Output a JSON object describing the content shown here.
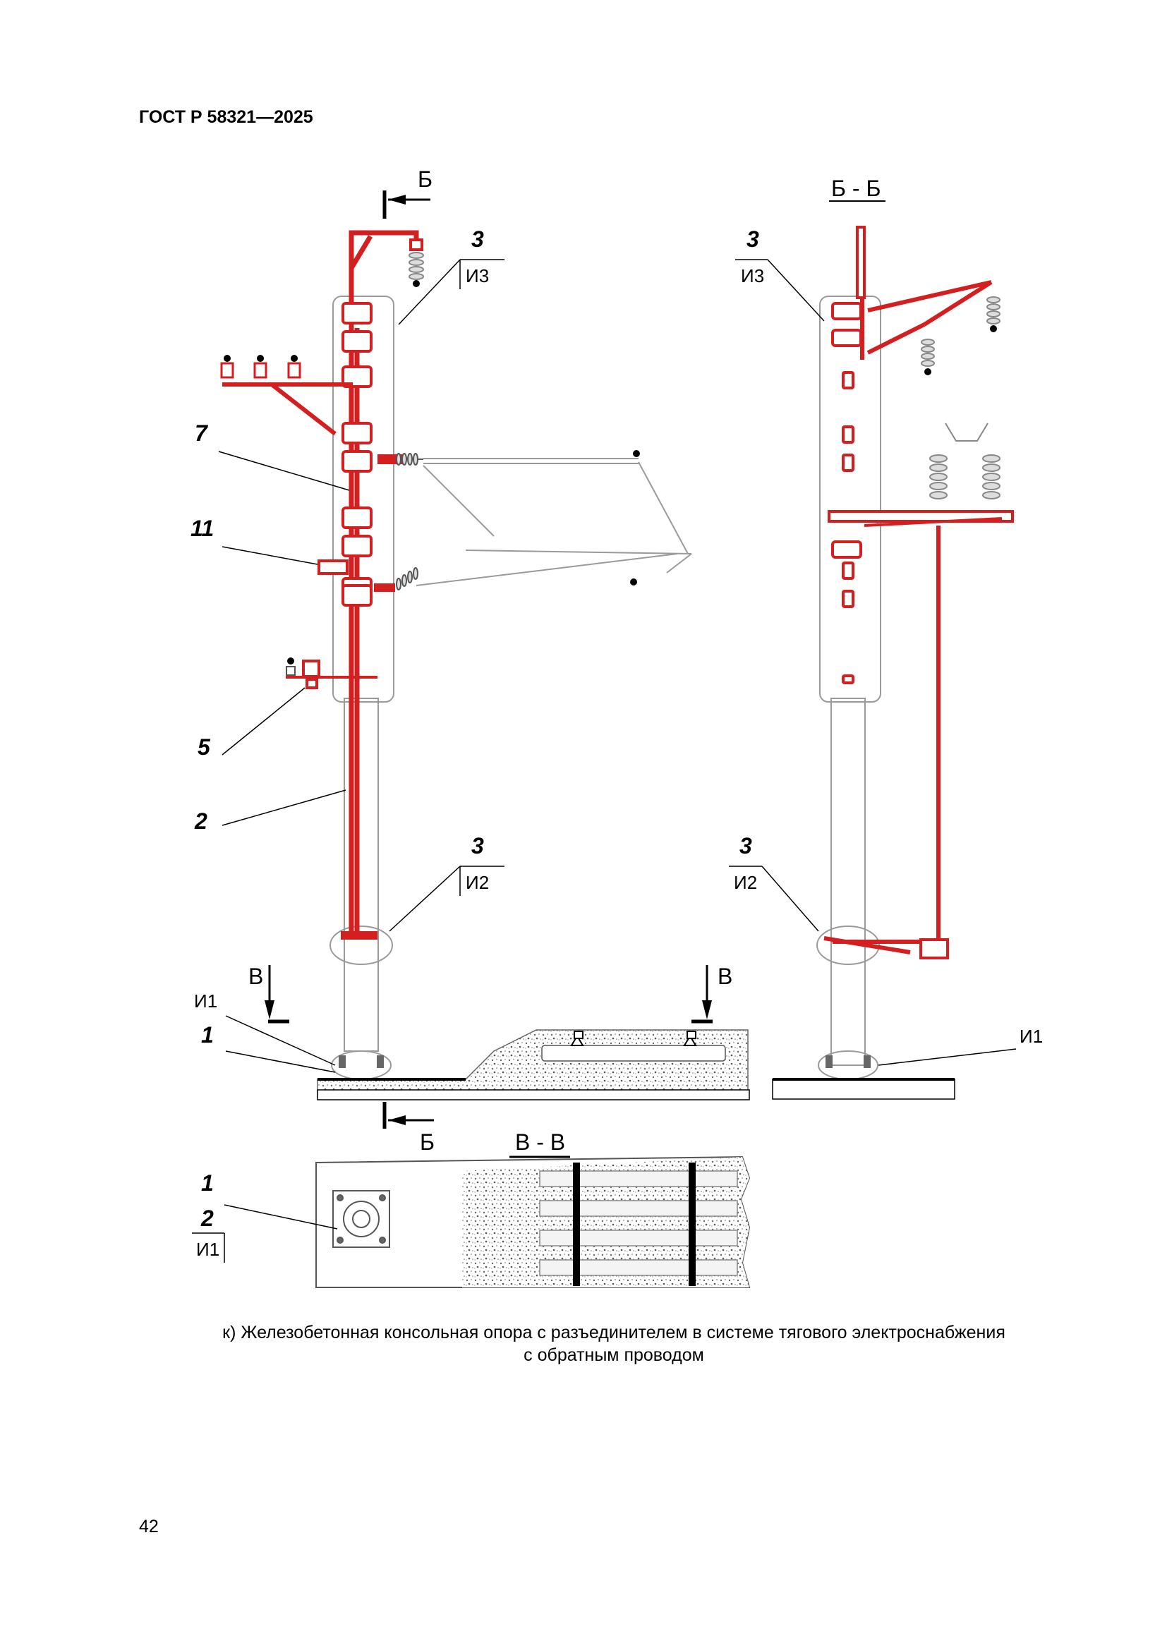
{
  "header": {
    "standard": "ГОСТ Р 58321—2025"
  },
  "section_labels": {
    "b": "Б",
    "bb": "Б - Б",
    "v": "В",
    "vv": "В - В"
  },
  "callouts": {
    "n1": "1",
    "n2": "2",
    "n3": "3",
    "n5": "5",
    "n7": "7",
    "n11": "11",
    "i1": "И1",
    "i2": "И2",
    "i3": "И3"
  },
  "caption": {
    "line1": "к) Железобетонная консольная опора с разъединителем в системе тягового электроснабжения",
    "line2": "с обратным проводом"
  },
  "footer": {
    "page_number": "42"
  },
  "colors": {
    "red": "#d31f1f",
    "gray": "#9a9a9a"
  }
}
